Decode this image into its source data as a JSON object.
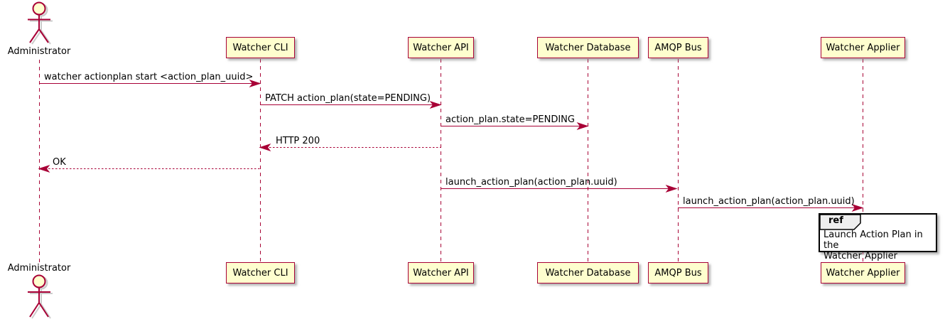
{
  "sequence": {
    "actor": {
      "name": "Administrator"
    },
    "participants": [
      {
        "label": "Watcher CLI"
      },
      {
        "label": "Watcher API"
      },
      {
        "label": "Watcher Database"
      },
      {
        "label": "AMQP Bus"
      },
      {
        "label": "Watcher Applier"
      }
    ],
    "messages": [
      {
        "from": "Administrator",
        "to": "Watcher CLI",
        "label": "watcher actionplan start <action_plan_uuid>",
        "style": "solid"
      },
      {
        "from": "Watcher CLI",
        "to": "Watcher API",
        "label": "PATCH action_plan(state=PENDING)",
        "style": "solid"
      },
      {
        "from": "Watcher API",
        "to": "Watcher Database",
        "label": "action_plan.state=PENDING",
        "style": "solid"
      },
      {
        "from": "Watcher API",
        "to": "Watcher CLI",
        "label": "HTTP 200",
        "style": "dashed-return"
      },
      {
        "from": "Watcher CLI",
        "to": "Administrator",
        "label": "OK",
        "style": "dashed-return"
      },
      {
        "from": "Watcher API",
        "to": "AMQP Bus",
        "label": "launch_action_plan(action_plan.uuid)",
        "style": "solid"
      },
      {
        "from": "AMQP Bus",
        "to": "Watcher Applier",
        "label": "launch_action_plan(action_plan.uuid)",
        "style": "solid"
      }
    ],
    "ref": {
      "keyword": "ref",
      "over": "Watcher Applier",
      "text": "Launch Action Plan in the\nWatcher Applier"
    },
    "colors": {
      "line": "#A80036",
      "participant_fill": "#FEFECE",
      "text": "#000000",
      "ref_header_fill": "#EEEEEE",
      "background": "#FFFFFF"
    }
  }
}
